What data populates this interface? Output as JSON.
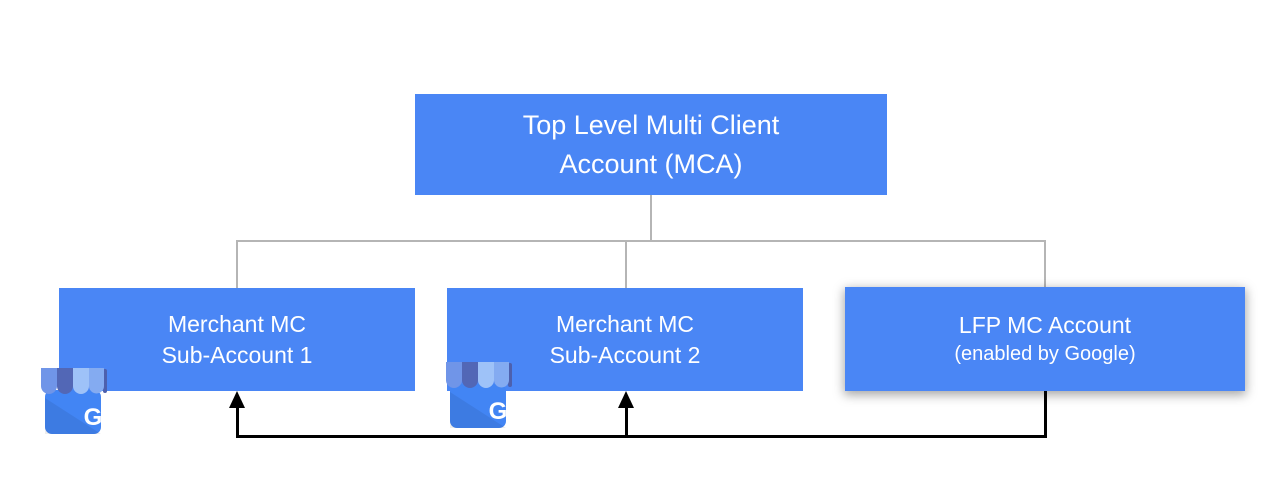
{
  "colors": {
    "box_blue": "#4a86f5",
    "connector_gray": "#b5b5b5",
    "arrow_black": "#000000",
    "text_white": "#ffffff",
    "page_bg": "#ffffff"
  },
  "top_box": {
    "line1": "Top Level Multi Client",
    "line2": "Account (MCA)"
  },
  "sub_boxes": [
    {
      "line1": "Merchant MC",
      "line2": "Sub-Account 1"
    },
    {
      "line1": "Merchant MC",
      "line2": "Sub-Account 2"
    },
    {
      "line1": "LFP MC Account",
      "line2": "(enabled by Google)"
    }
  ],
  "gmb_icon": {
    "letter": "G",
    "semantic": "google-business-profile-storefront-icon"
  }
}
